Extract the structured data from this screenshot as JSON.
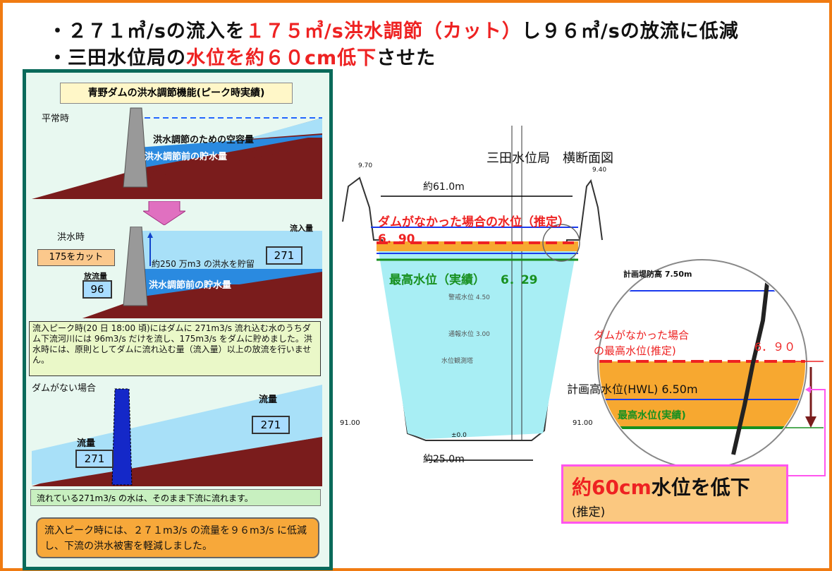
{
  "header": {
    "line1_a": "・２７１㎥/sの流入を",
    "line1_red": "１７５㎥/s洪水調節（カット）",
    "line1_b": "し９６㎥/sの放流に低減",
    "line2_a": "・三田水位局の",
    "line2_red": "水位を約６０cm低下",
    "line2_b": "させた"
  },
  "left_panel": {
    "title": "青野ダムの洪水調節機能(ピーク時実績)",
    "normal": {
      "label": "平常時",
      "space_label": "洪水調節のための空容量",
      "storage_label": "洪水調節前の貯水量"
    },
    "flood": {
      "label": "洪水時",
      "cut_label": "175をカット",
      "release_label": "放流量",
      "release_value": "96",
      "inflow_label": "流入量",
      "inflow_value": "271",
      "store_label": "約250 万m3 の洪水を貯留",
      "storage_label": "洪水調節前の貯水量"
    },
    "paragraph": "流入ピーク時(20 日 18:00 頃)にはダムに 271m3/s 流れ込む水のうちダム下流河川には 96m3/s だけを流し、175m3/s をダムに貯めました。洪水時には、原則としてダムに流れ込む量（流入量）以上の放流を行いません。",
    "no_dam": {
      "label": "ダムがない場合",
      "flow_label_right": "流量",
      "flow_value_right": "271",
      "flow_label_left": "流量",
      "flow_value_left": "271"
    },
    "note_green": "流れている271m3/s の水は、そのまま下流に流れます。",
    "note_orange": "流入ピーク時には、２７１m3/s の流量を９６m3/s に低減し、下流の洪水被害を軽減しました。"
  },
  "cross_section": {
    "title": "三田水位局　横断面図",
    "width_top": "約61.0m",
    "width_bottom": "約25.0m",
    "no_dam_level_label": "ダムがなかった場合の水位（推定）",
    "no_dam_level_value": "6．90",
    "max_level_label": "最高水位（実績）",
    "max_level_value": "6．29",
    "gauge_label": "水位観測塔",
    "scale_label_1": "警戒水位 4.50",
    "scale_label_2": "通報水位 3.00",
    "ground_left": "91.00",
    "ground_right": "91.00",
    "center_mark": "±0.0",
    "left_mark": "9.70",
    "right_mark": "9.40"
  },
  "zoom": {
    "levee_label": "計画堤防高 7.50m",
    "no_dam_label_1": "ダムがなかった場合",
    "no_dam_label_2": "の最高水位(推定)",
    "no_dam_value": "6．９０",
    "hwl_label": "計画高水位(HWL) 6.50m",
    "max_label": "最高水位(実績)"
  },
  "callout": {
    "red_part": "約60cm",
    "main_rest": "水位を低下",
    "sub": "(推定)"
  },
  "colors": {
    "frame": "#f07b12",
    "panel_border": "#0a6a5a",
    "red_text": "#ee2222",
    "water": "#a8e8f0",
    "earth": "#7a1c1c",
    "level_orange": "#f7a830"
  }
}
